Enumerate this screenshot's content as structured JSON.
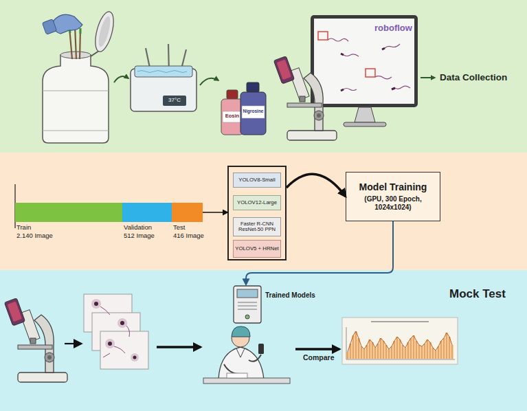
{
  "diagram": {
    "nodes": [
      {
        "text": [
          "Train",
          "2.140 Image"
        ]
      },
      {
        "text": [
          "Validation",
          "512 Image"
        ]
      },
      {
        "text": [
          "Test",
          "416 Image"
        ]
      },
      {
        "text": []
      },
      {
        "text": [
          "YOLOV8-Small"
        ],
        "in": 3
      },
      {
        "text": [
          "YOLOV12-Large"
        ],
        "in": 3
      },
      {
        "text": [
          "Faster R-CNN ResNet-50 PPN"
        ],
        "in": 3
      },
      {
        "text": [
          "YOLOV5 + HRNet"
        ],
        "in": 3
      },
      {
        "text": [
          "Model Training",
          "(GPU, 300 Epoch, 1024x1024)"
        ]
      },
      {
        "text": [
          "Trained Models"
        ]
      }
    ],
    "edges": [
      {
        "from": 2,
        "to": 3,
        "arrow": "to"
      },
      {
        "from": 3,
        "to": 8,
        "arrow": "to"
      },
      {
        "from": 8,
        "to": 9,
        "arrow": "to"
      }
    ],
    "labels": [
      "37°C",
      "Eosin",
      "Nigrosine",
      "roboflow",
      "Data Collection",
      "Mock Test",
      "Compare"
    ]
  }
}
